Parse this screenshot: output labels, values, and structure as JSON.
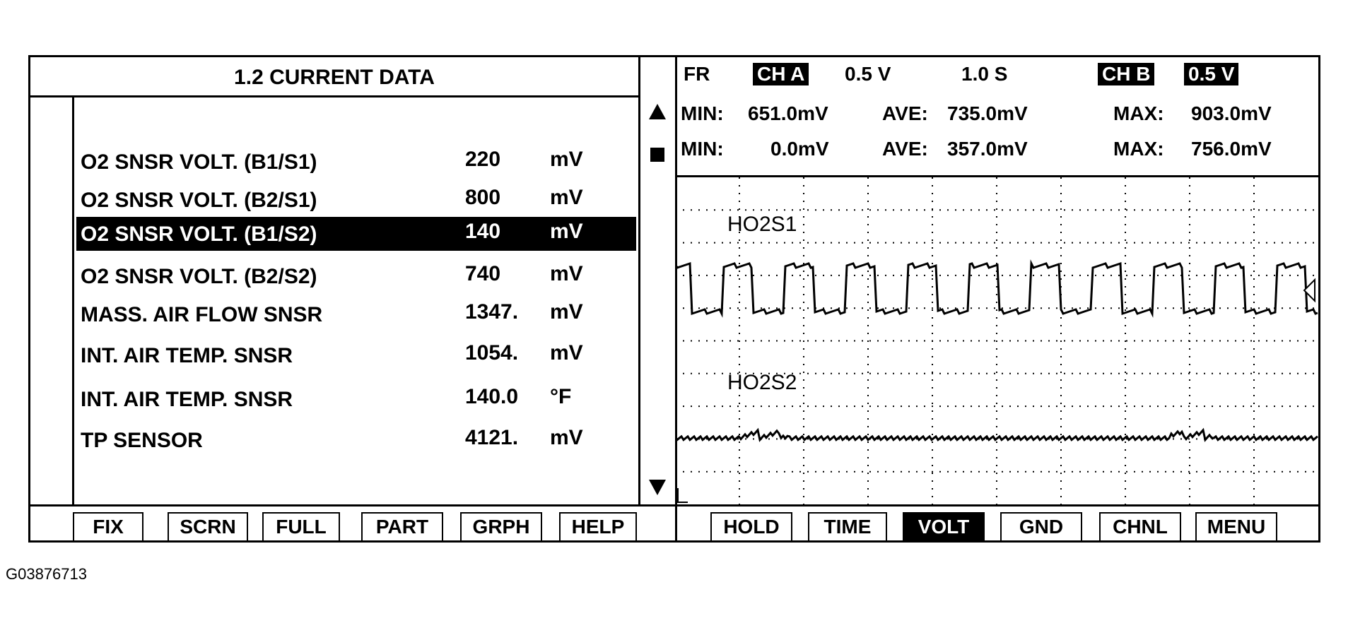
{
  "left_panel": {
    "title": "1.2 CURRENT DATA",
    "rows": [
      {
        "label": "O2 SNSR VOLT. (B1/S1)",
        "value": "220",
        "unit": "mV",
        "selected": false
      },
      {
        "label": "O2 SNSR VOLT. (B2/S1)",
        "value": "800",
        "unit": "mV",
        "selected": false
      },
      {
        "label": "O2 SNSR VOLT. (B1/S2)",
        "value": "140",
        "unit": "mV",
        "selected": true
      },
      {
        "label": "O2 SNSR VOLT. (B2/S2)",
        "value": "740",
        "unit": "mV",
        "selected": false
      },
      {
        "label": "MASS. AIR FLOW SNSR",
        "value": "1347.",
        "unit": "mV",
        "selected": false
      },
      {
        "label": "INT. AIR TEMP. SNSR",
        "value": "1054.",
        "unit": "mV",
        "selected": false
      },
      {
        "label": "INT. AIR TEMP. SNSR",
        "value": "140.0",
        "unit": "°F",
        "selected": false
      },
      {
        "label": "TP SENSOR",
        "value": "4121.",
        "unit": "mV",
        "selected": false
      }
    ],
    "buttons": [
      "FIX",
      "SCRN",
      "FULL",
      "PART",
      "GRPH",
      "HELP"
    ]
  },
  "right_panel": {
    "header": {
      "mode": "FR",
      "ch_a_label": "CH A",
      "ch_a_scale": "0.5 V",
      "time_scale": "1.0 S",
      "ch_b_label": "CH B",
      "ch_b_scale": "0.5 V",
      "ch_a_stats": {
        "min_label": "MIN:",
        "min": "651.0mV",
        "ave_label": "AVE:",
        "ave": "735.0mV",
        "max_label": "MAX:",
        "max": "903.0mV"
      },
      "ch_b_stats": {
        "min_label": "MIN:",
        "min": "0.0mV",
        "ave_label": "AVE:",
        "ave": "357.0mV",
        "max_label": "MAX:",
        "max": "756.0mV"
      }
    },
    "traces": {
      "a_label": "HO2S1",
      "b_label": "HO2S2"
    },
    "buttons": [
      "HOLD",
      "TIME",
      "VOLT",
      "GND",
      "CHNL",
      "MENU"
    ],
    "active_button": "VOLT"
  },
  "caption": "G03876713"
}
